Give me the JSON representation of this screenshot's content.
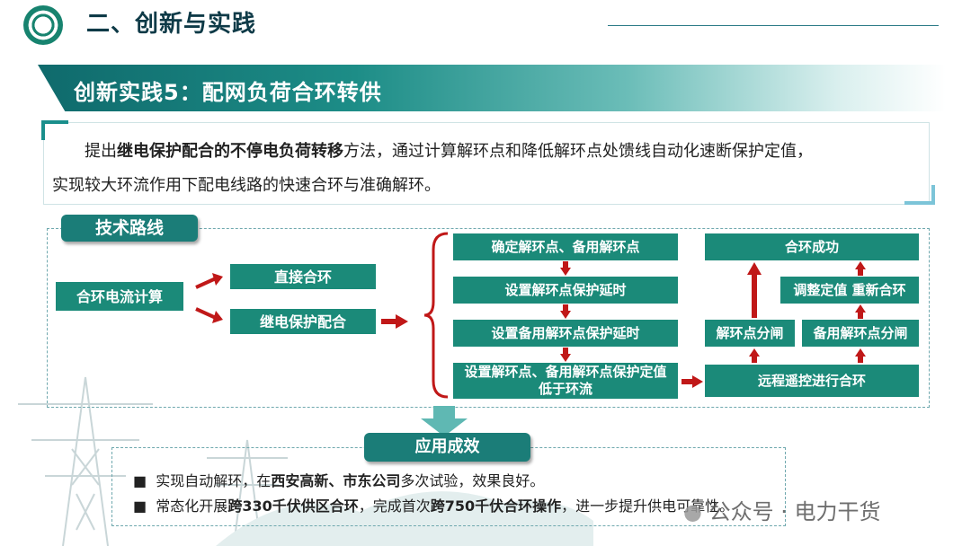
{
  "header": {
    "title": "二、创新与实践"
  },
  "banner": {
    "title": "创新实践5：配网负荷合环转供"
  },
  "description": {
    "text1": "提出",
    "bold1": "继电保护配合的不停电负荷转移",
    "text2": "方法，通过计算解环点和降低解环点处馈线自动化速断保护定值，",
    "line2": "实现较大环流作用下配电线路的快速合环与准确解环。"
  },
  "tech_route": {
    "tag": "技术路线",
    "start": "合环电流计算",
    "branch_direct": "直接合环",
    "branch_relay": "继电保护配合",
    "steps_left": [
      "确定解环点、备用解环点",
      "设置解环点保护延时",
      "设置备用解环点保护延时",
      "设置解环点、备用解环点保护定值低于环流"
    ],
    "remote": "远程遥控进行合环",
    "split_main": "解环点分闸",
    "split_backup": "备用解环点分闸",
    "adjust": "调整定值 重新合环",
    "success": "合环成功"
  },
  "results": {
    "tag": "应用成效",
    "item1_a": "实现自动解环，在",
    "item1_b": "西安高新、市东公司",
    "item1_c": "多次试验，效果良好。",
    "item2_a": "常态化开展",
    "item2_b": "跨330千伏供区合环",
    "item2_c": "，完成首次",
    "item2_d": "跨750千伏合环操作",
    "item2_e": "，进一步提升供电可靠性。"
  },
  "watermark": "公众号 · 电力干货",
  "colors": {
    "teal": "#1b8a79",
    "arrow": "#c01818",
    "title": "#0e3a47"
  }
}
